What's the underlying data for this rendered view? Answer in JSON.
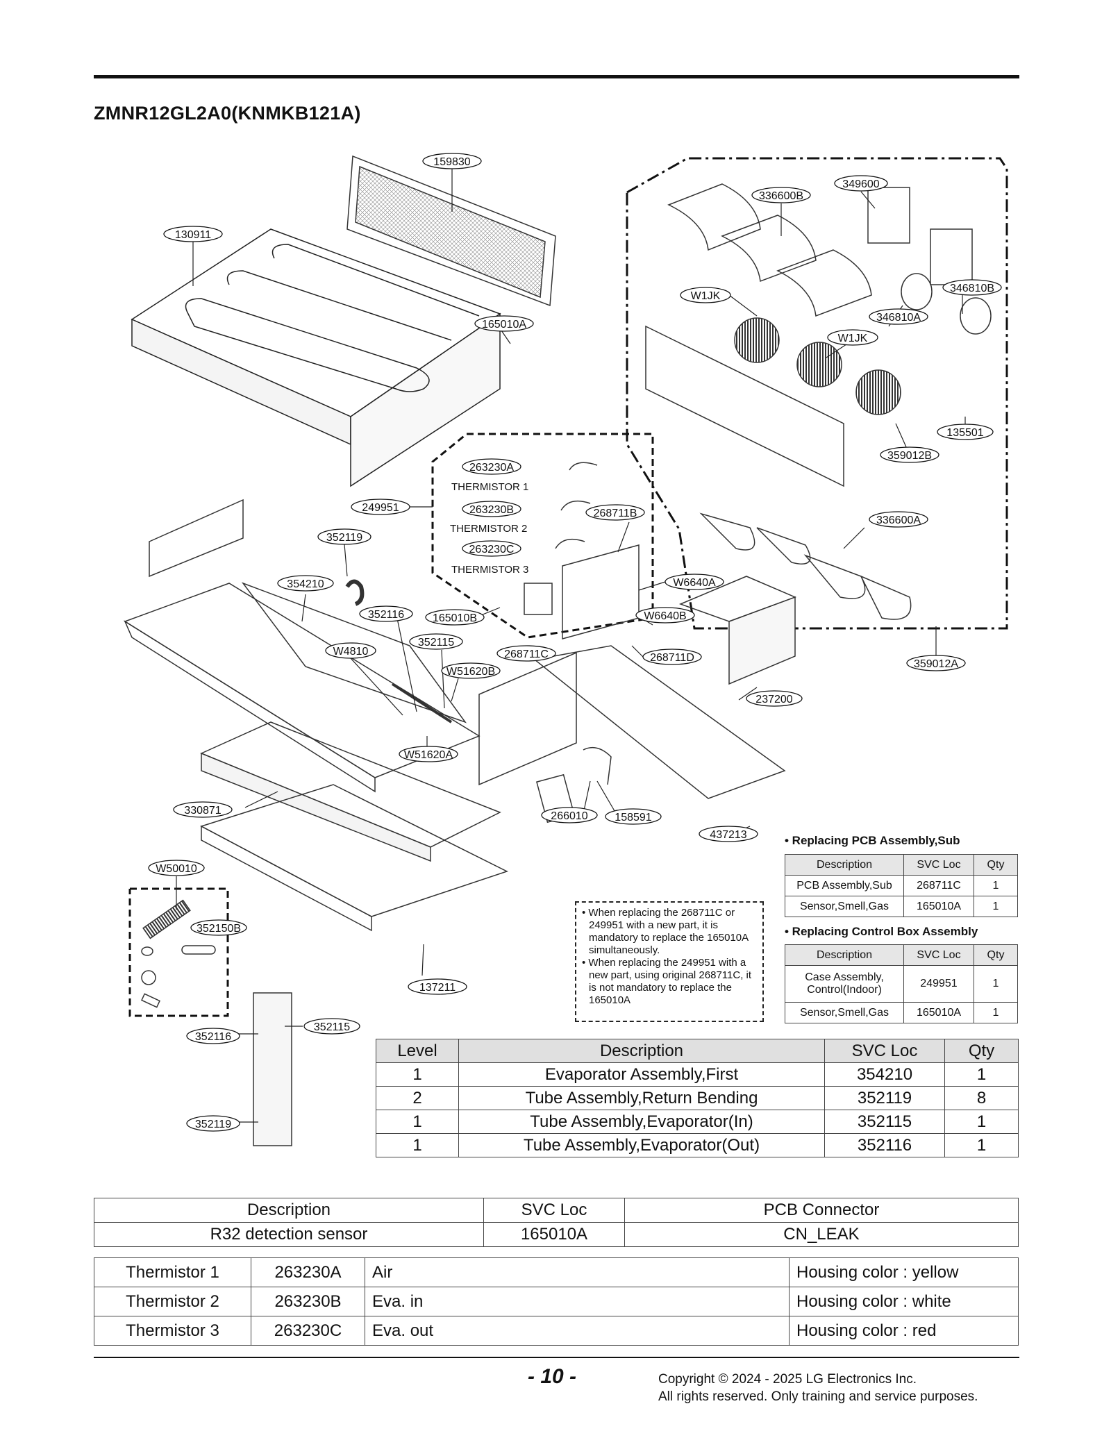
{
  "page_title": "ZMNR12GL2A0(KNMKB121A)",
  "callouts": [
    {
      "id": "c1",
      "label": "159830"
    },
    {
      "id": "c2",
      "label": "130911"
    },
    {
      "id": "c3",
      "label": "165010A"
    },
    {
      "id": "c4",
      "label": "336600B"
    },
    {
      "id": "c5",
      "label": "349600"
    },
    {
      "id": "c6",
      "label": "W1JK"
    },
    {
      "id": "c7",
      "label": "346810B"
    },
    {
      "id": "c8",
      "label": "346810A"
    },
    {
      "id": "c9",
      "label": "W1JK"
    },
    {
      "id": "c10",
      "label": "135501"
    },
    {
      "id": "c11",
      "label": "359012B"
    },
    {
      "id": "c12",
      "label": "263230A"
    },
    {
      "id": "c13",
      "label": "249951"
    },
    {
      "id": "c14",
      "label": "263230B"
    },
    {
      "id": "c15",
      "label": "268711B"
    },
    {
      "id": "c16",
      "label": "336600A"
    },
    {
      "id": "c17",
      "label": "352119"
    },
    {
      "id": "c18",
      "label": "263230C"
    },
    {
      "id": "c19",
      "label": "354210"
    },
    {
      "id": "c20",
      "label": "W6640A"
    },
    {
      "id": "c21",
      "label": "352116"
    },
    {
      "id": "c22",
      "label": "165010B"
    },
    {
      "id": "c23",
      "label": "W6640B"
    },
    {
      "id": "c24",
      "label": "352115"
    },
    {
      "id": "c25",
      "label": "W4810"
    },
    {
      "id": "c26",
      "label": "268711C"
    },
    {
      "id": "c27",
      "label": "268711D"
    },
    {
      "id": "c28",
      "label": "359012A"
    },
    {
      "id": "c29",
      "label": "W51620B"
    },
    {
      "id": "c30",
      "label": "237200"
    },
    {
      "id": "c31",
      "label": "W51620A"
    },
    {
      "id": "c32",
      "label": "330871"
    },
    {
      "id": "c33",
      "label": "266010"
    },
    {
      "id": "c34",
      "label": "158591"
    },
    {
      "id": "c35",
      "label": "437213"
    },
    {
      "id": "c36",
      "label": "W50010"
    },
    {
      "id": "c37",
      "label": "352150B"
    },
    {
      "id": "c38",
      "label": "137211"
    },
    {
      "id": "c39",
      "label": "352116"
    },
    {
      "id": "c40",
      "label": "352115"
    },
    {
      "id": "c41",
      "label": "352119"
    }
  ],
  "thermistor_labels": [
    "THERMISTOR 1",
    "THERMISTOR 2",
    "THERMISTOR 3"
  ],
  "pcb_sub": {
    "heading": "• Replacing PCB Assembly,Sub",
    "headers": [
      "Description",
      "SVC Loc",
      "Qty"
    ],
    "rows": [
      [
        "PCB Assembly,Sub",
        "268711C",
        "1"
      ],
      [
        "Sensor,Smell,Gas",
        "165010A",
        "1"
      ]
    ]
  },
  "control_box": {
    "heading": "• Replacing Control Box Assembly",
    "headers": [
      "Description",
      "SVC Loc",
      "Qty"
    ],
    "rows": [
      [
        "Case Assembly, Control(Indoor)",
        "249951",
        "1"
      ],
      [
        "Sensor,Smell,Gas",
        "165010A",
        "1"
      ]
    ]
  },
  "note": {
    "line1": "• When replacing the 268711C or 249951 with a new part, it is mandatory to replace the 165010A simultaneously.",
    "line2": "• When replacing the 249951 with a new part, using original 268711C, it is not mandatory to replace the 165010A"
  },
  "evap_table": {
    "headers": [
      "Level",
      "Description",
      "SVC Loc",
      "Qty"
    ],
    "rows": [
      [
        "1",
        "Evaporator Assembly,First",
        "354210",
        "1"
      ],
      [
        "2",
        "Tube Assembly,Return Bending",
        "352119",
        "8"
      ],
      [
        "1",
        "Tube Assembly,Evaporator(In)",
        "352115",
        "1"
      ],
      [
        "1",
        "Tube Assembly,Evaporator(Out)",
        "352116",
        "1"
      ]
    ]
  },
  "sensor_table": {
    "headers": [
      "Description",
      "SVC Loc",
      "PCB Connector"
    ],
    "row": [
      "R32 detection sensor",
      "165010A",
      "CN_LEAK"
    ]
  },
  "thermistor_table": {
    "rows": [
      [
        "Thermistor 1",
        "263230A",
        "Air",
        "Housing color : yellow"
      ],
      [
        "Thermistor 2",
        "263230B",
        "Eva. in",
        "Housing color : white"
      ],
      [
        "Thermistor 3",
        "263230C",
        "Eva. out",
        "Housing color : red"
      ]
    ]
  },
  "footer": {
    "page_number": "- 10 -",
    "copyright_line1": "Copyright © 2024 - 2025 LG Electronics Inc.",
    "copyright_line2": "All rights reserved. Only training and service purposes."
  }
}
